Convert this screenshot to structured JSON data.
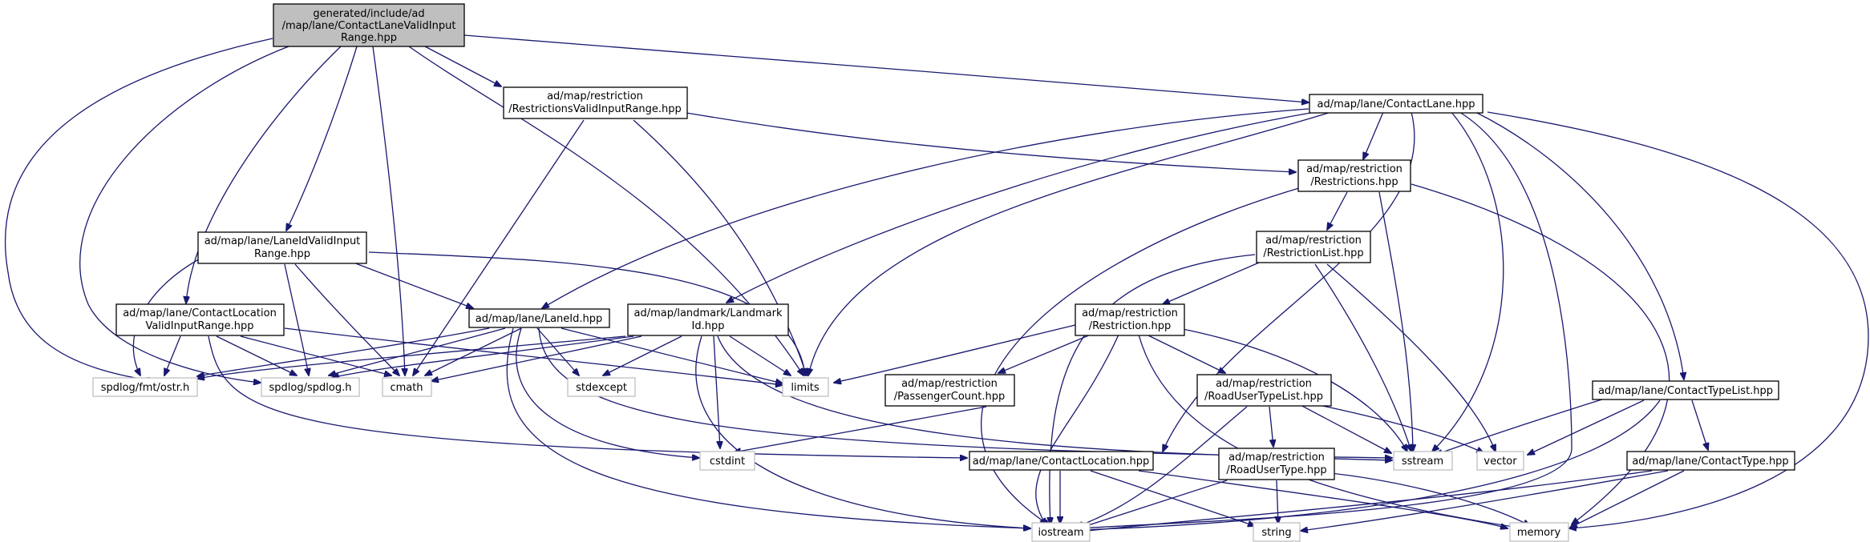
{
  "nodes": {
    "root": [
      "generated/include/ad",
      "/map/lane/ContactLaneValidInput",
      "Range.hpp"
    ],
    "restrictions_valid": [
      "ad/map/restriction",
      "/RestrictionsValidInputRange.hpp"
    ],
    "contact_lane": [
      "ad/map/lane/ContactLane.hpp"
    ],
    "restrictions": [
      "ad/map/restriction",
      "/Restrictions.hpp"
    ],
    "lane_id_valid": [
      "ad/map/lane/LaneIdValidInput",
      "Range.hpp"
    ],
    "restriction_list": [
      "ad/map/restriction",
      "/RestrictionList.hpp"
    ],
    "contact_location_valid": [
      "ad/map/lane/ContactLocation",
      "ValidInputRange.hpp"
    ],
    "lane_id": [
      "ad/map/lane/LaneId.hpp"
    ],
    "landmark_id": [
      "ad/map/landmark/Landmark",
      "Id.hpp"
    ],
    "restriction": [
      "ad/map/restriction",
      "/Restriction.hpp"
    ],
    "passenger_count": [
      "ad/map/restriction",
      "/PassengerCount.hpp"
    ],
    "road_user_type_list": [
      "ad/map/restriction",
      "/RoadUserTypeList.hpp"
    ],
    "contact_type_list": [
      "ad/map/lane/ContactTypeList.hpp"
    ],
    "contact_location": [
      "ad/map/lane/ContactLocation.hpp"
    ],
    "road_user_type": [
      "ad/map/restriction",
      "/RoadUserType.hpp"
    ],
    "contact_type": [
      "ad/map/lane/ContactType.hpp"
    ],
    "ostr": [
      "spdlog/fmt/ostr.h"
    ],
    "spdlog": [
      "spdlog/spdlog.h"
    ],
    "cmath": [
      "cmath"
    ],
    "stdexcept": [
      "stdexcept"
    ],
    "limits": [
      "limits"
    ],
    "cstdint": [
      "cstdint"
    ],
    "sstream": [
      "sstream"
    ],
    "vector": [
      "vector"
    ],
    "iostream": [
      "iostream"
    ],
    "string": [
      "string"
    ],
    "memory": [
      "memory"
    ]
  },
  "colors": {
    "edge": "#191970",
    "root_fill": "#bfbfbf",
    "external_border": "#bfbfbf",
    "node_border": "#000000"
  }
}
